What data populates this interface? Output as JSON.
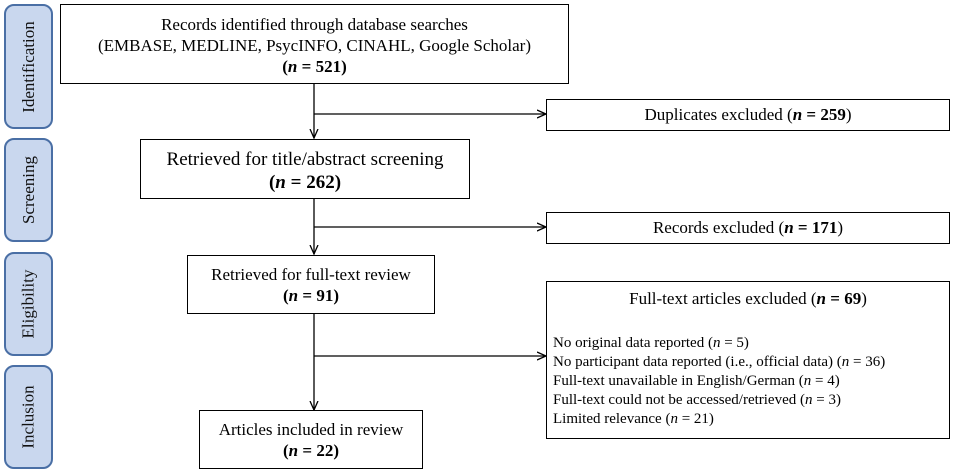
{
  "phases": {
    "identification": "Identification",
    "screening": "Screening",
    "eligibility": "Eligibility",
    "inclusion": "Inclusion"
  },
  "identified": {
    "line1": "Records identified through database searches",
    "line2": "(EMBASE, MEDLINE, PsycINFO, CINAHL, Google Scholar)",
    "n_label": "n",
    "n_value": " = 521"
  },
  "duplicates": {
    "label": "Duplicates excluded (",
    "n_label": "n",
    "n_value": " = 259",
    "close": ")"
  },
  "screening_box": {
    "line1": "Retrieved for title/abstract screening",
    "n_label": "n",
    "n_value": " = 262"
  },
  "records_excluded": {
    "label": "Records excluded (",
    "n_label": "n",
    "n_value": " = 171",
    "close": ")"
  },
  "fulltext_box": {
    "line1": "Retrieved for full-text review",
    "n_label": "n",
    "n_value": " = 91"
  },
  "fulltext_excluded": {
    "title": "Full-text articles excluded (",
    "n_label": "n",
    "n_value": " = 69",
    "close": ")",
    "reasons": [
      {
        "text": "No original data reported (",
        "n": "n",
        "value": " = 5)"
      },
      {
        "text": "No participant data reported (i.e., official data) (",
        "n": "n",
        "value": " = 36)"
      },
      {
        "text": "Full-text unavailable in English/German (",
        "n": "n",
        "value": " = 4)"
      },
      {
        "text": "Full-text could not be accessed/retrieved (",
        "n": "n",
        "value": " = 3)"
      },
      {
        "text": "Limited relevance (",
        "n": "n",
        "value": " = 21)"
      }
    ]
  },
  "included": {
    "line1": "Articles included in review",
    "n_label": "n",
    "n_value": " = 22"
  }
}
